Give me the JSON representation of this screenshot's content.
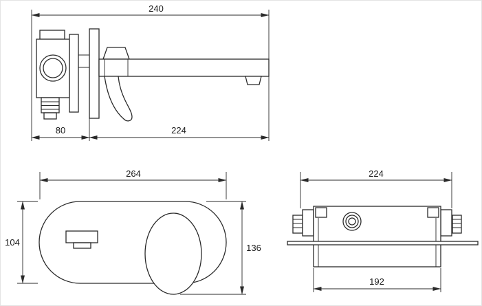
{
  "drawing": {
    "background": "#ffffff",
    "line_color": "#2a2a2a",
    "views": {
      "side": {
        "overall_length": "240",
        "body_depth": "80",
        "spout_length": "224"
      },
      "front": {
        "plate_width": "264",
        "plate_height": "104",
        "overall_height": "136"
      },
      "installation": {
        "outer_width": "224",
        "inner_width": "192"
      }
    }
  }
}
